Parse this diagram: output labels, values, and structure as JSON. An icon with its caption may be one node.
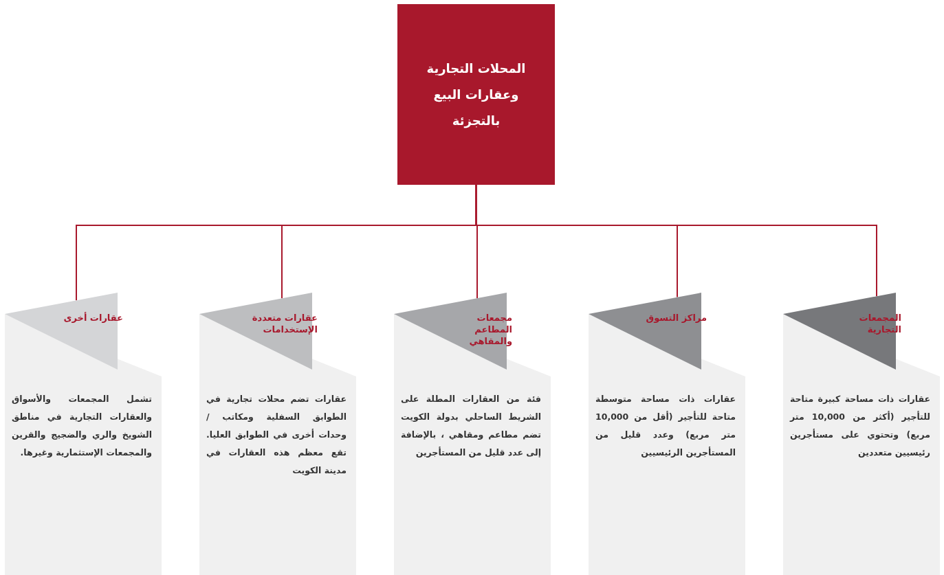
{
  "diagram": {
    "nodes": [
      {
        "text": [
          "المحلات التجارية وعقارات البيع بالتجزئة"
        ]
      },
      {
        "text": [
          "المجمعات التجارية",
          "عقارات ذات مساحة كبيرة متاحة للتأجير (أكثر من 10,000 متر مربع) وتحتوي على مستأجرين رئيسيين متعددين"
        ]
      },
      {
        "text": [
          "مراكز التسوق",
          "عقارات ذات مساحة متوسطة متاحة للتأجير (أقل من 10,000 متر مربع) وعدد قليل من المستأجرين الرئيسيين"
        ]
      },
      {
        "text": [
          "مجمعات المطاعم والمقاهي",
          "فئة من العقارات المطلة على الشريط الساحلي بدولة الكويت تضم مطاعم ومقاهي ، بالإضافة إلى عدد قليل من المستأجرين"
        ]
      },
      {
        "text": [
          "عقارات متعددة الإستخدامات",
          "عقارات تضم محلات تجارية في الطوابق السفلية ومكاتب / وحدات أخرى في الطوابق العليا. تقع معظم هذه العقارات في مدينة الكويت"
        ]
      },
      {
        "text": [
          "عقارات أخرى",
          "تشمل المجمعات والأسواق والعقارات التجارية في مناطق الشويخ والري والضجيج والقرين والمجمعات الإستثمارية وغيرها."
        ]
      }
    ],
    "edges": [
      {
        "from": 0,
        "to": 1,
        "arrow": "none"
      },
      {
        "from": 0,
        "to": 2,
        "arrow": "none"
      },
      {
        "from": 0,
        "to": 3,
        "arrow": "none"
      },
      {
        "from": 0,
        "to": 4,
        "arrow": "none"
      },
      {
        "from": 0,
        "to": 5,
        "arrow": "none"
      }
    ]
  }
}
